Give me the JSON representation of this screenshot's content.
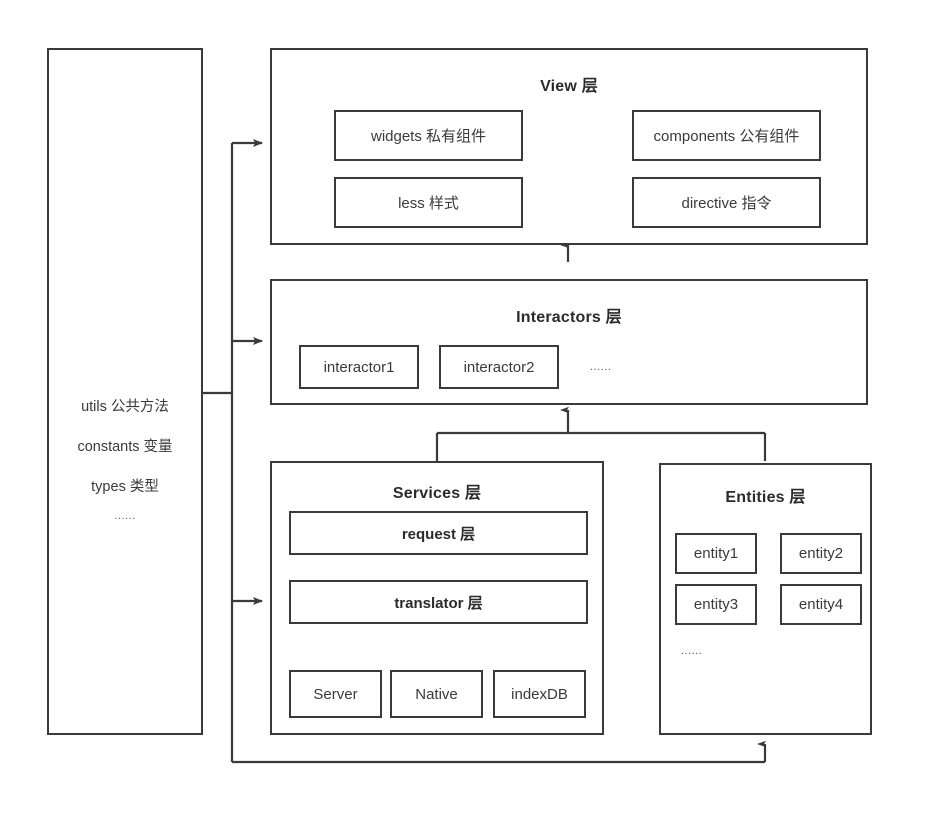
{
  "diagram": {
    "title": "Frontend layered architecture diagram",
    "stroke_color": "#3a3a3a",
    "text_color": "#333333",
    "background": "#ffffff",
    "ellipsis_glyph": "......"
  },
  "common_panel": {
    "name": "utils-constants-types-panel",
    "lines": [
      "utils 公共方法",
      "constants 变量",
      "types 类型"
    ],
    "ellipsis": "......"
  },
  "view_layer": {
    "title": "View 层",
    "items": [
      {
        "label": "widgets 私有组件"
      },
      {
        "label": "components 公有组件"
      },
      {
        "label": "less 样式"
      },
      {
        "label": "directive 指令"
      }
    ]
  },
  "interactors_layer": {
    "title": "Interactors 层",
    "items": [
      {
        "label": "interactor1"
      },
      {
        "label": "interactor2"
      }
    ],
    "ellipsis": "......"
  },
  "services_layer": {
    "title": "Services 层",
    "request_label": "request 层",
    "translator_label": "translator 层",
    "sources": [
      {
        "label": "Server"
      },
      {
        "label": "Native"
      },
      {
        "label": "indexDB"
      }
    ]
  },
  "entities_layer": {
    "title": "Entities 层",
    "items": [
      {
        "label": "entity1"
      },
      {
        "label": "entity2"
      },
      {
        "label": "entity3"
      },
      {
        "label": "entity4"
      }
    ],
    "ellipsis": "......"
  }
}
